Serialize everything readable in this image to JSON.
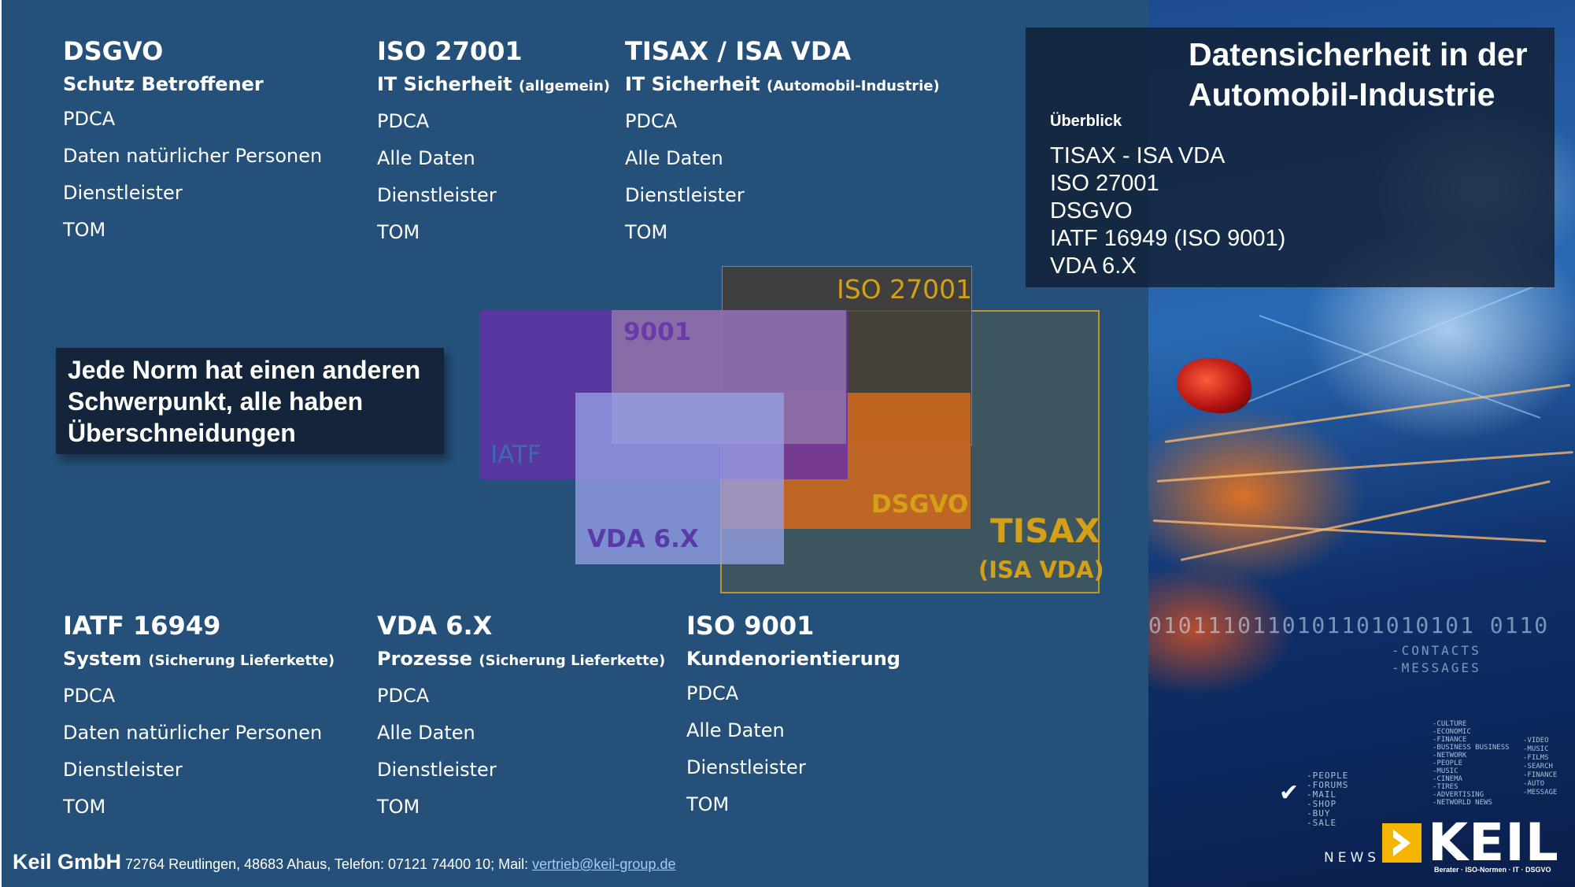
{
  "colors": {
    "slide_background": "#24507a",
    "text": "#ffffff",
    "iso27001": "#b8860b",
    "iatf": "#5a38a0",
    "vda": "#8c8cd8",
    "iso9001": "#8a7ab8",
    "dsgvo": "#d2691e",
    "tisax": "#d4a017",
    "logo_accent": "#f4b400"
  },
  "columns_top": [
    {
      "title": "DSGVO",
      "subtitle_main": "Schutz Betroffener",
      "subtitle_note": "",
      "items": [
        "PDCA",
        "Daten natürlicher Personen",
        "Dienstleister",
        "TOM"
      ]
    },
    {
      "title": "ISO 27001",
      "subtitle_main": "IT Sicherheit",
      "subtitle_note": "(allgemein)",
      "items": [
        "PDCA",
        "Alle Daten",
        "Dienstleister",
        "TOM"
      ]
    },
    {
      "title": "TISAX / ISA VDA",
      "subtitle_main": "IT Sicherheit",
      "subtitle_note": "(Automobil-Industrie)",
      "items": [
        "PDCA",
        "Alle Daten",
        "Dienstleister",
        "TOM"
      ]
    }
  ],
  "columns_bottom": [
    {
      "title": "IATF 16949",
      "subtitle_main": "System",
      "subtitle_note": "(Sicherung Lieferkette)",
      "items": [
        "PDCA",
        "Daten natürlicher Personen",
        "Dienstleister",
        "TOM"
      ]
    },
    {
      "title": "VDA 6.X",
      "subtitle_main": "Prozesse",
      "subtitle_note": "(Sicherung Lieferkette)",
      "items": [
        "PDCA",
        "Alle Daten",
        "Dienstleister",
        "TOM"
      ]
    },
    {
      "title": "ISO 9001",
      "subtitle_main": "Kundenorientierung",
      "subtitle_note": "",
      "items": [
        "PDCA",
        "Alle Daten",
        "Dienstleister",
        "TOM"
      ]
    }
  ],
  "overview": {
    "title": "Datensicherheit in der Automobil-Industrie",
    "label": "Überblick",
    "items": [
      "TISAX - ISA VDA",
      "ISO 27001",
      "DSGVO",
      "IATF 16949 (ISO 9001)",
      "VDA 6.X"
    ]
  },
  "callout": {
    "text": "Jede Norm hat einen anderen Schwerpunkt, alle haben Überschneidungen"
  },
  "diagram": {
    "iso27001": "ISO 27001",
    "iso9001": "9001",
    "iatf": "IATF",
    "vda": "VDA 6.X",
    "dsgvo": "DSGVO",
    "tisax": "TISAX",
    "tisax_sub": "(ISA VDA)"
  },
  "photo": {
    "binary": "0101110110101101010101 0110",
    "contacts": "-CONTACTS\n-MESSAGES",
    "tiny_left": "-PEOPLE\n-FORUMS\n-MAIL\n-SHOP\n-BUY\n-SALE",
    "tiny_right": "-CULTURE\n-ECONOMIC\n-FINANCE\n-BUSINESS BUSINESS\n-NETWORK\n-PEOPLE\n-MUSIC\n-CINEMA\n-TIRES\n-ADVERTISING\n-NETWORLD NEWS",
    "tiny_far": "-VIDEO\n-MUSIC\n-FILMS\n-SEARCH\n-FINANCE\n-AUTO\n-MESSAGE",
    "news": "NEWS"
  },
  "logo": {
    "name": "KEIL",
    "tagline": "Berater · ISO-Normen · IT · DSGVO"
  },
  "footer": {
    "company": "Keil GmbH",
    "address": " 72764 Reutlingen, 48683 Ahaus, Telefon: 07121 74400 10; Mail: ",
    "mail": "vertrieb@keil-group.de"
  }
}
